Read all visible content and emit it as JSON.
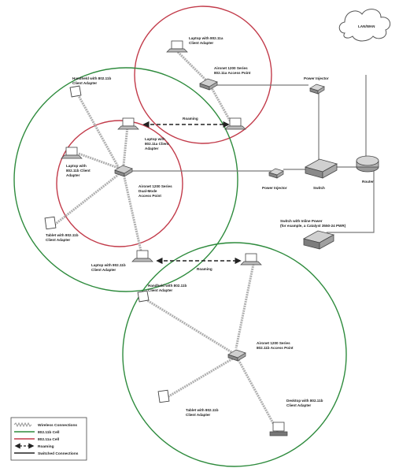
{
  "diagram": {
    "cloud_label": "LAN/WAN",
    "roaming_label_top": "Roaming",
    "roaming_label_bottom": "Roaming",
    "devices": {
      "laptop_top": [
        "Laptop with 802.11a",
        "Client Adapter"
      ],
      "ap_top": [
        "Aironet 1200 Series",
        "802.11a Access Point"
      ],
      "power_injector_top": [
        "Power Injector"
      ],
      "handheld_left": [
        "Handheld with 802.11b",
        "Client Adapter"
      ],
      "laptop_mid": [
        "Laptop with",
        "802.11a Client",
        "Adapter"
      ],
      "laptop_left": [
        "Laptop with",
        "802.11b Client",
        "Adapter"
      ],
      "ap_dual": [
        "Aironet 1200 Series",
        "Dual-Mode",
        "Access Point"
      ],
      "power_injector_mid": [
        "Power Injector"
      ],
      "switch_mid": [
        "Switch"
      ],
      "router": [
        "Router"
      ],
      "switch_inline": [
        "Switch with Inline Power",
        "(for example, a Catalyst 3550-24 PWR)"
      ],
      "tablet_left": [
        "Tablet with 802.11b",
        "Client Adapter"
      ],
      "laptop_roam_left": [
        "Laptop with 802.11b",
        "Client Adapter"
      ],
      "handheld_bottom": [
        "Handheld with 802.11b",
        "Client Adapter"
      ],
      "ap_bottom": [
        "Aironet 1200 Series",
        "802.11b Access Point"
      ],
      "tablet_bottom": [
        "Tablet with 802.11b",
        "Client Adapter"
      ],
      "desktop_bottom": [
        "Desktop with 802.11b",
        "Client Adapter"
      ]
    }
  },
  "legend": {
    "items": [
      {
        "label": "Wireless Connections",
        "style": "zigzag"
      },
      {
        "label": "802.11b Cell",
        "style": "line",
        "color": "#2e8b3d"
      },
      {
        "label": "802.11a Cell",
        "style": "line",
        "color": "#c23b4a"
      },
      {
        "label": "Roaming",
        "style": "arrow"
      },
      {
        "label": "Switched Connections",
        "style": "line",
        "color": "#222222"
      }
    ]
  },
  "colors": {
    "cell_b": "#2e8b3d",
    "cell_a": "#c23b4a",
    "wired": "#888888",
    "ink": "#222222"
  }
}
